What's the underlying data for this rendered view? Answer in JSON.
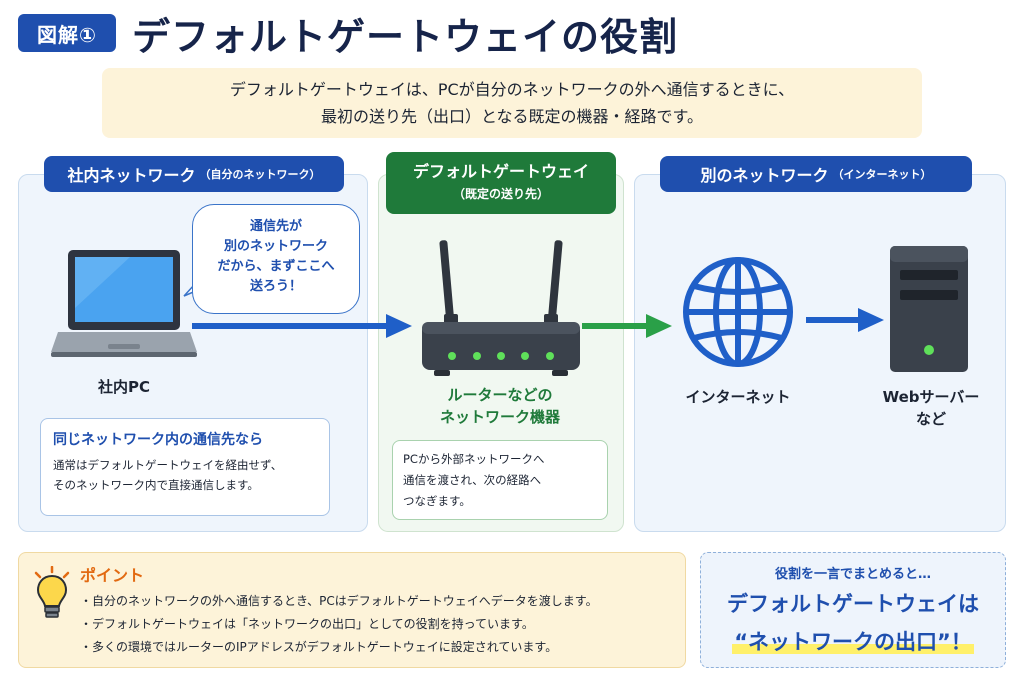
{
  "header": {
    "badge": "図解①",
    "title": "デフォルトゲートウェイの役割"
  },
  "intro": {
    "line1": "デフォルトゲートウェイは、PCが自分のネットワークの外へ通信するときに、",
    "line2": "最初の送り先（出口）となる既定の機器・経路です。"
  },
  "left_panel": {
    "tab": "社内ネットワーク",
    "tab_sub": "（自分のネットワーク）",
    "bubble": [
      "通信先が",
      "別のネットワーク",
      "だから、まずここへ",
      "送ろう！"
    ],
    "pc_label": "社内PC",
    "note_title": "同じネットワーク内の通信先なら",
    "note_lines": [
      "通常はデフォルトゲートウェイを経由せず、",
      "そのネットワーク内で直接通信します。"
    ]
  },
  "mid_panel": {
    "tab": "デフォルトゲートウェイ",
    "tab_sub": "（既定の送り先）",
    "device_label": [
      "ルーターなどの",
      "ネットワーク機器"
    ],
    "note_lines": [
      "PCから外部ネットワークへ",
      "通信を渡され、次の経路へ",
      "つなぎます。"
    ]
  },
  "right_panel": {
    "tab": "別のネットワーク",
    "tab_sub": "（インターネット）",
    "internet_label": "インターネット",
    "server_label": [
      "Webサーバー",
      "など"
    ]
  },
  "point": {
    "title": "ポイント",
    "items": [
      "自分のネットワークの外へ通信するとき、PCはデフォルトゲートウェイへデータを渡します。",
      "デフォルトゲートウェイは「ネットワークの出口」としての役割を持っています。",
      "多くの環境ではルーターのIPアドレスがデフォルトゲートウェイに設定されています。"
    ]
  },
  "summary": {
    "lead": "役割を一言でまとめると…",
    "line1": "デフォルトゲートウェイは",
    "line2": "“ネットワークの出口”！"
  },
  "colors": {
    "blue": "#1f4fae",
    "green": "#1f7a3a",
    "orange": "#e26a12",
    "cream": "#fdf3d9"
  }
}
